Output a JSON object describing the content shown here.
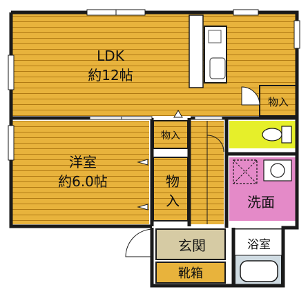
{
  "rooms": {
    "ldk_name": "LDK",
    "ldk_size": "約12帖",
    "western_name": "洋室",
    "western_size": "約6.0帖",
    "storage_1": "物入",
    "storage_2": "物入",
    "storage_3_line1": "物",
    "storage_3_line2": "入",
    "washroom": "洗面",
    "entrance": "玄関",
    "shoe_box": "靴箱",
    "bathroom": "浴室"
  },
  "colors": {
    "floor_wood": "#e8b33c",
    "floor_line": "#b07a14",
    "wall": "#1a1a1a",
    "toilet_room": "#e6ef2a",
    "washroom": "#e48ac8",
    "entrance": "#d6cba4",
    "shoe_box": "#e8b33c",
    "bathroom": "#cfdbe2"
  },
  "icons": [
    "toilet-icon",
    "washbasin-icon",
    "washing-machine-icon",
    "kitchen-sink-icon",
    "bathtub-icon",
    "door-swing-icon",
    "window-icon"
  ]
}
